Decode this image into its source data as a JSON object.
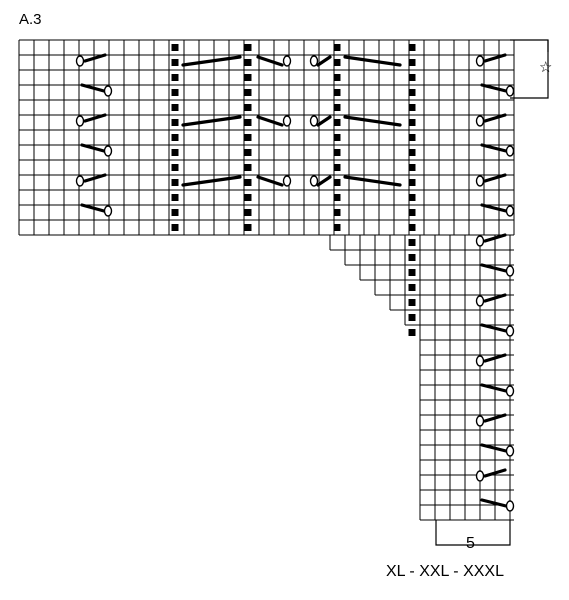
{
  "chart": {
    "title": "A.3",
    "size_label": "XL - XXL - XXXL",
    "repeat_count": "5",
    "star_symbol": "☆",
    "colors": {
      "grid_line": "#000000",
      "background": "#ffffff",
      "symbol": "#000000"
    }
  },
  "grid": {
    "columns": 33,
    "rows": 32,
    "upper_rows": 13,
    "symbols": [
      "purl-dot",
      "yarn-over-circle",
      "decrease-slash-left",
      "decrease-slash-right",
      "cable-long-line"
    ]
  }
}
